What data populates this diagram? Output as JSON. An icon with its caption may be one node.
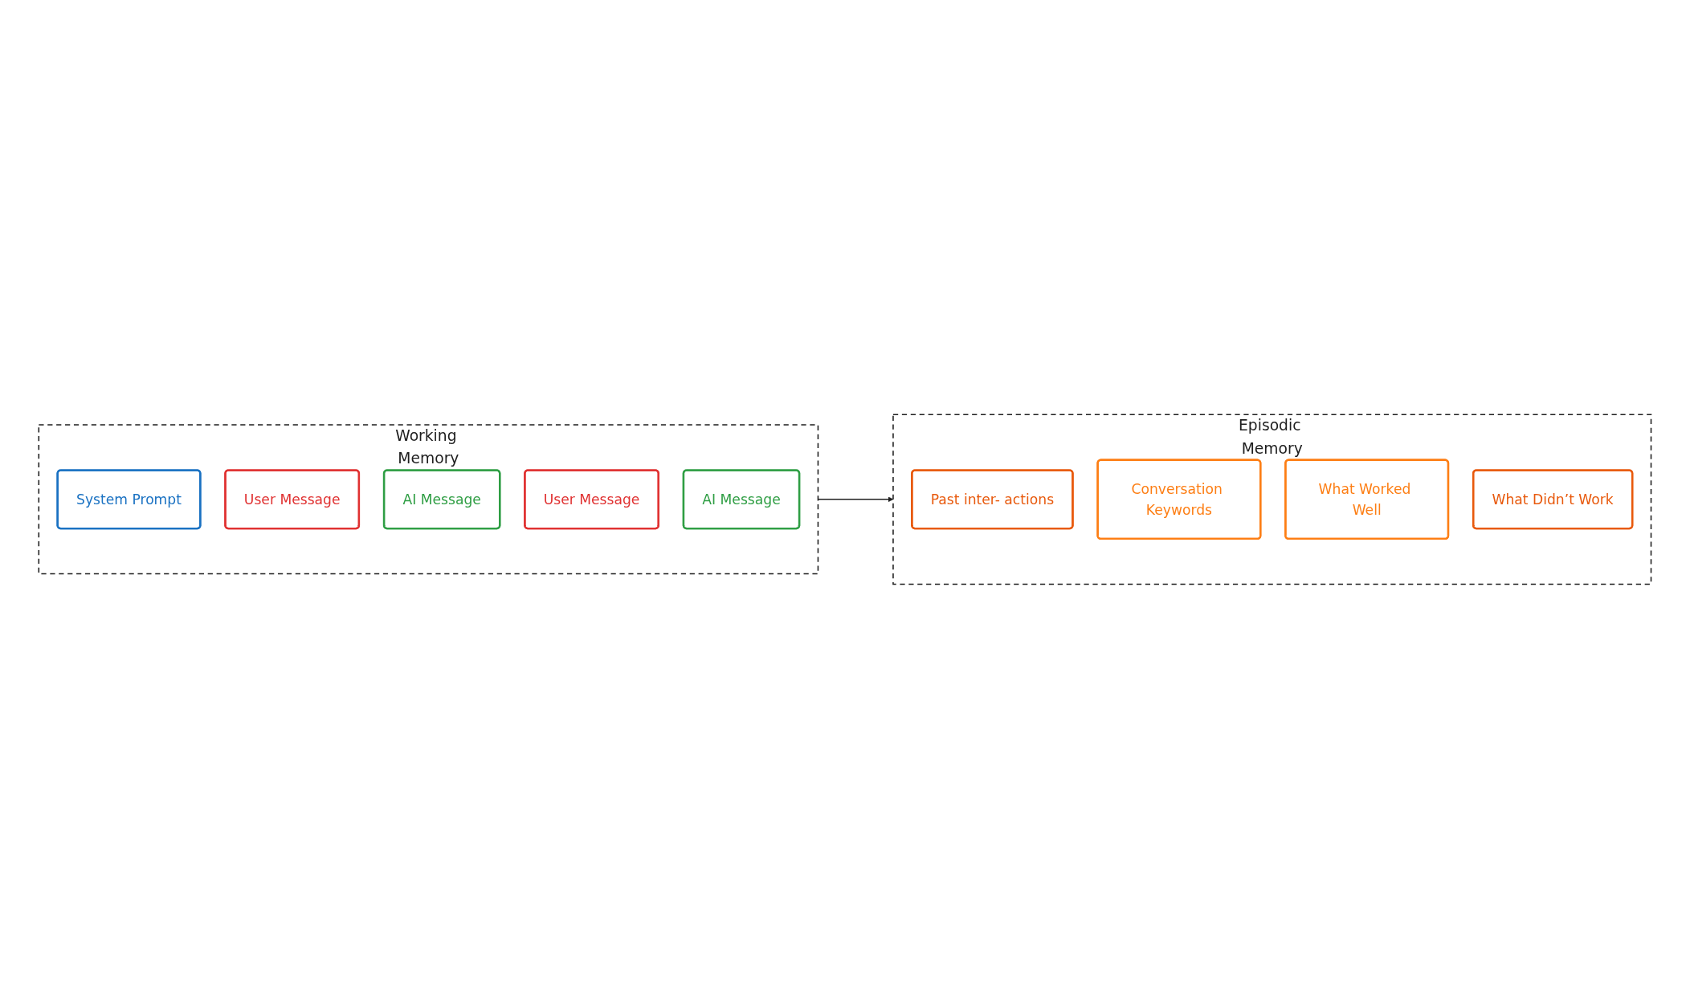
{
  "diagram": {
    "nodes": [
      {
        "text": [
          "Working Memory"
        ]
      },
      {
        "text": [
          "System Prompt"
        ],
        "in": 0
      },
      {
        "text": [
          "User Message"
        ],
        "in": 0
      },
      {
        "text": [
          "AI Message"
        ],
        "in": 0
      },
      {
        "text": [
          "User Message"
        ],
        "in": 0
      },
      {
        "text": [
          "AI Message"
        ],
        "in": 0
      },
      {
        "text": [
          "Episodic Memory"
        ]
      },
      {
        "text": [
          "Past inter- actions"
        ],
        "in": 6
      },
      {
        "text": [
          "Conversation Keywords"
        ],
        "in": 6
      },
      {
        "text": [
          "What Worked Well"
        ],
        "in": 6
      },
      {
        "text": [
          "What Didn’t Work"
        ],
        "in": 6
      }
    ],
    "edges": [
      {
        "from": 0,
        "to": 6,
        "arrow": "to"
      }
    ]
  }
}
